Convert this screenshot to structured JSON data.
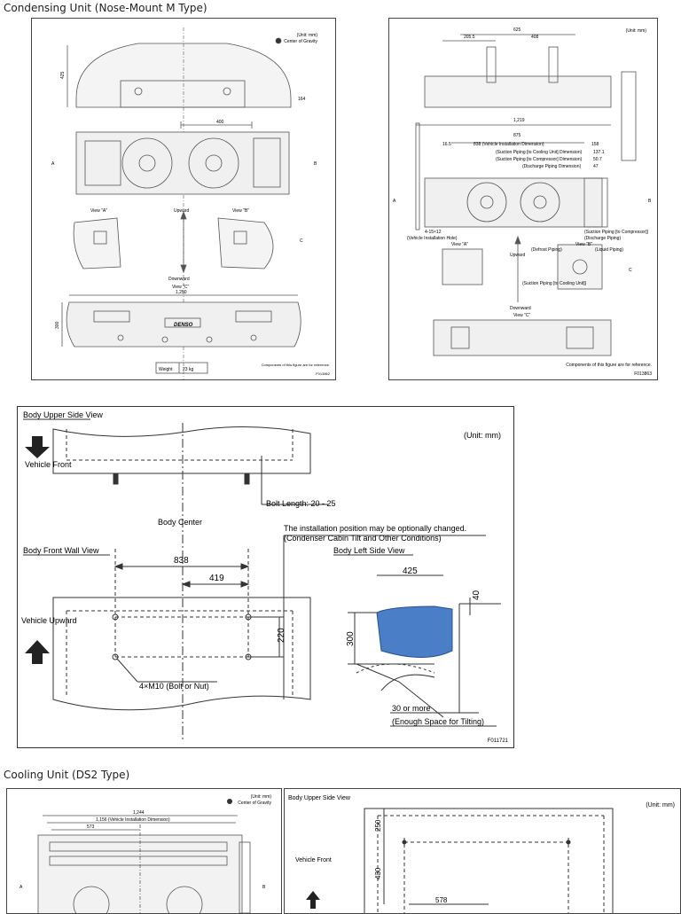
{
  "sections": {
    "condensing_title": "Condensing Unit (Nose-Mount M Type)",
    "cooling_title": "Cooling Unit (DS2 Type)"
  },
  "drawing_left": {
    "unit": "(Unit: mm)",
    "cog": "Center of Gravity",
    "dim_height": "425",
    "dim_width_top": "400",
    "dim_small": "164",
    "dim_1250": "1,250",
    "dim_300": "300",
    "view_a": "View \"A\"",
    "view_b": "View \"B\"",
    "view_c": "View \"C\"",
    "upward": "Upward",
    "downward": "Downward",
    "arrow_a": "A",
    "arrow_b": "B",
    "arrow_c": "C",
    "weight_label": "Weight",
    "weight_value": "23 kg",
    "brand": "DENSO",
    "note": "Components of this figure are for reference.",
    "code": "F013862"
  },
  "drawing_right": {
    "unit": "(Unit: mm)",
    "dim_625": "625",
    "dim_205": "205.5",
    "dim_408": "408",
    "dim_1219": "1,219",
    "dim_875": "875",
    "dim_838": "838 (Vehicle Installation Dimension)",
    "dim_16": "16.5",
    "dim_158": "158",
    "label_suction_cool": "(Suction Piping [to Cooling Unit] Dimension)",
    "label_suction_comp": "(Suction Piping [to Compressor] Dimension)",
    "label_discharge": "(Discharge Piping Dimension)",
    "dim_137": "137.1",
    "dim_507": "50.7",
    "dim_47": "47",
    "label_holes": "4-15×12",
    "label_holes2": "(Vehicle Installation Hole)",
    "label_suction_pc": "(Suction Piping [to Compressor])",
    "label_discharge_p": "(Discharge Piping)",
    "view_a": "View \"A\"",
    "view_b": "View \"B\"",
    "view_c": "View \"C\"",
    "defrost": "(Defrost Piping)",
    "liquid": "(Liquid Piping)",
    "suction_cu": "(Suction Piping [to Cooling Unit])",
    "upward": "Upward",
    "downward": "Downward",
    "arrow_a": "A",
    "arrow_b": "B",
    "arrow_c": "C",
    "note": "Components of this figure are for reference.",
    "code": "F013863"
  },
  "install": {
    "body_upper": "Body Upper Side View",
    "unit": "(Unit: mm)",
    "vehicle_front": "Vehicle Front",
    "bolt_length": "Bolt Length: 20 - 25",
    "body_center": "Body Center",
    "note_line1": "The installation position may be optionally changed.",
    "note_line2": "(Condenser Cabin Tilt and Other Conditions)",
    "body_front_wall": "Body Front Wall View",
    "body_left_side": "Body Left Side View",
    "dim_838": "838",
    "dim_419": "419",
    "dim_220": "220",
    "vehicle_upward": "Vehicle Upward",
    "bolt_spec": "4×M10 (Bolt or Nut)",
    "dim_425": "425",
    "dim_40": "40",
    "dim_300": "300",
    "clearance_1": "30 or more",
    "clearance_2": "(Enough Space for Tilting)",
    "code": "F011721"
  },
  "cooling_left": {
    "unit": "(Unit: mm)",
    "cog": "Center of Gravity",
    "dim_1244": "1,244",
    "dim_1156": "1,156 (Vehicle Installation Dimension)",
    "dim_573": "573",
    "dim_a": "A",
    "dim_b": "B"
  },
  "cooling_right": {
    "body_upper": "Body Upper Side View",
    "unit": "(Unit: mm)",
    "vehicle_front": "Vehicle Front",
    "dim_250": "250",
    "dim_430": "430",
    "dim_578": "578"
  }
}
